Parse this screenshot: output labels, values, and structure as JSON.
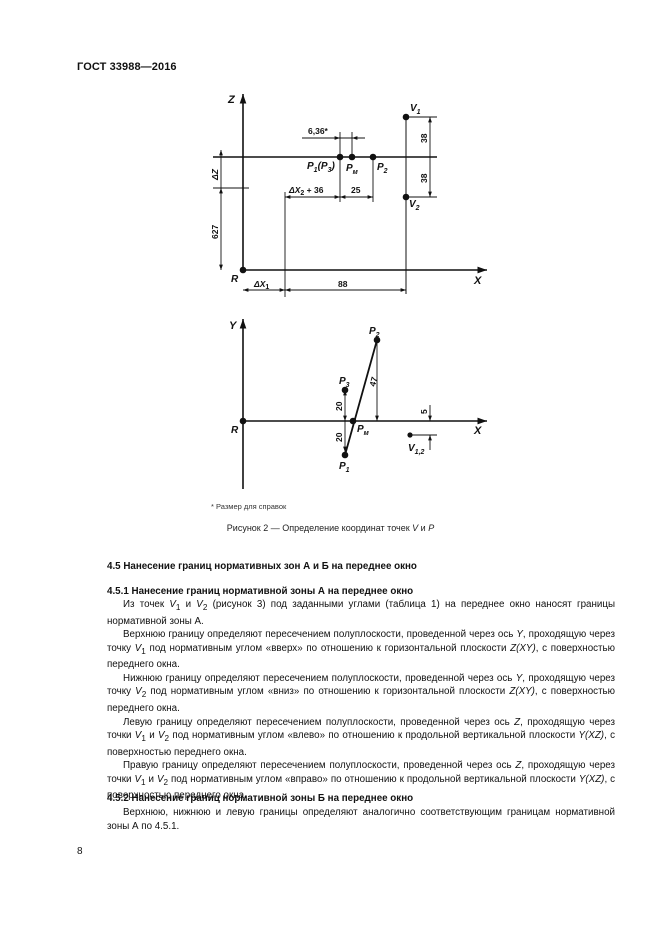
{
  "header": {
    "doc_id": "ГОСТ 33988—2016"
  },
  "figure": {
    "top": {
      "axis_z": "Z",
      "axis_x": "X",
      "origin": "R",
      "v1": "V",
      "v1_sub": "1",
      "v2": "V",
      "v2_sub": "2",
      "p1": "P",
      "p1_sub": "1",
      "p1_paren": "(P",
      "p1_paren_sub": "3",
      "p1_close": ")",
      "pm": "P",
      "pm_sub": "м",
      "p2": "P",
      "p2_sub": "2",
      "dim_636": "6,36*",
      "dim_dx2_prefix": "ΔX",
      "dim_dx2_sub": "2",
      "dim_dx2_suffix": " + 36",
      "dim_25": "25",
      "dim_dz": "ΔZ",
      "dim_627": "627",
      "dim_38a": "38",
      "dim_38b": "38",
      "dim_dx1": "ΔX",
      "dim_dx1_sub": "1",
      "dim_88": "88"
    },
    "bottom": {
      "axis_y": "Y",
      "axis_x": "X",
      "origin": "R",
      "p2": "P",
      "p2_sub": "2",
      "p3": "P",
      "p3_sub": "3",
      "p1": "P",
      "p1_sub": "1",
      "pm": "P",
      "pm_sub": "м",
      "v12": "V",
      "v12_sub": "1,2",
      "dim_47": "47",
      "dim_20a": "20",
      "dim_20b": "20",
      "dim_5": "5"
    },
    "footnote": "* Размер для справок",
    "caption_prefix": "Рисунок 2 — Определение координат точек ",
    "caption_v": "V",
    "caption_and": " и ",
    "caption_p": "P"
  },
  "section_4_5": {
    "title": "4.5 Нанесение границ нормативных зон А и Б на переднее окно"
  },
  "section_4_5_1": {
    "title": "4.5.1 Нанесение границ нормативной зоны А на переднее окно",
    "para1": {
      "a": "Из точек ",
      "b": "V",
      "b_sub": "1",
      "c": " и ",
      "d": "V",
      "d_sub": "2",
      "e": " (рисунок 3) под заданными углами (таблица 1) на переднее окно наносят границы нормативной зоны А."
    },
    "para2": {
      "a": "Верхнюю границу определяют пересечением полуплоскости, проведенной через ось ",
      "b": "Y",
      "c": ", проходящую через точку ",
      "d": "V",
      "d_sub": "1",
      "e": " под нормативным углом «вверх» по отношению к горизонтальной плоскости ",
      "f": "Z(XY)",
      "g": ", с поверхностью переднего окна."
    },
    "para3": {
      "a": "Нижнюю границу определяют пересечением полуплоскости, проведенной через ось ",
      "b": "Y",
      "c": ", проходящую через точку ",
      "d": "V",
      "d_sub": "2",
      "e": " под нормативным углом «вниз» по отношению к горизонтальной плоскости ",
      "f": "Z(XY)",
      "g": ", с поверхностью переднего окна."
    },
    "para4": {
      "a": "Левую границу определяют пересечением полуплоскости, проведенной через ось ",
      "b": "Z",
      "c": ", проходящую через точки ",
      "d": "V",
      "d_sub": "1",
      "e": " и ",
      "f": "V",
      "f_sub": "2",
      "g": " под нормативным углом «влево» по отношению к продольной вертикальной плоскости ",
      "h": "Y(XZ)",
      "i": ", с поверхностью переднего окна."
    },
    "para5": {
      "a": "Правую границу определяют пересечением полуплоскости, проведенной через ось ",
      "b": "Z",
      "c": ", проходящую через точки ",
      "d": "V",
      "d_sub": "1",
      "e": " и ",
      "f": "V",
      "f_sub": "2",
      "g": " под нормативным углом «вправо» по отношению к продольной вертикальной плоскости ",
      "h": "Y(XZ)",
      "i": ", с поверхностью переднего окна."
    }
  },
  "section_4_5_2": {
    "title": "4.5.2 Нанесение границ нормативной зоны Б на переднее окно",
    "para1": "Верхнюю, нижнюю и левую границы определяют аналогично соответствующим границам нормативной зоны А по 4.5.1."
  },
  "page_number": "8"
}
